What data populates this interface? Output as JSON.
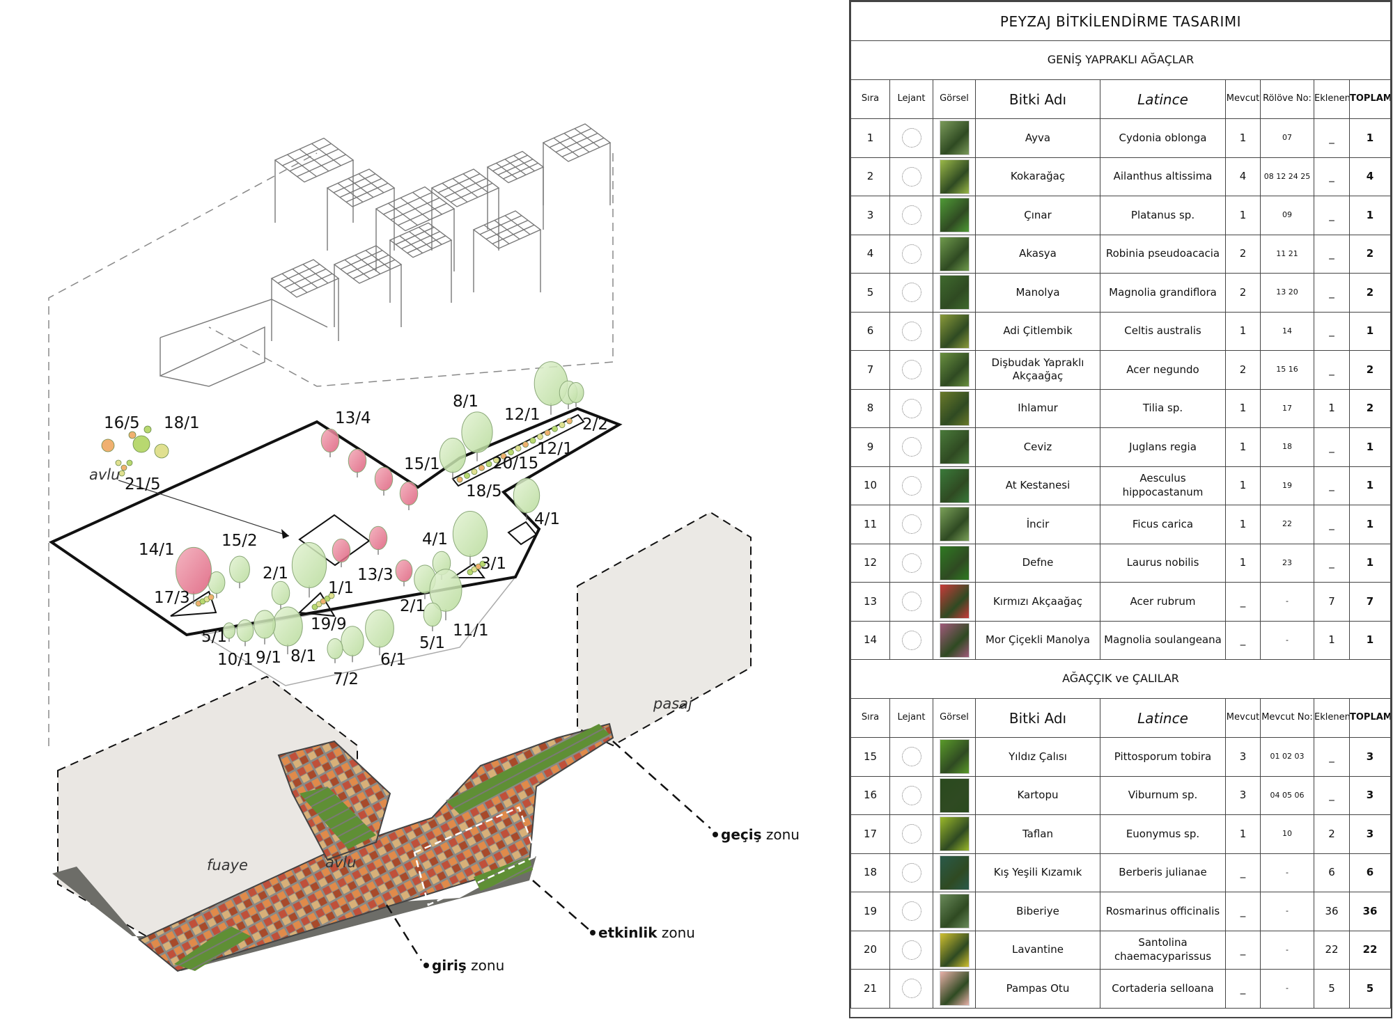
{
  "diagram": {
    "plant_labels": [
      "16/5",
      "18/1",
      "21/5",
      "13/4",
      "8/1",
      "12/1",
      "2/2",
      "15/1",
      "20/15",
      "12/1",
      "18/5",
      "4/1",
      "14/1",
      "15/2",
      "4/1",
      "2/1",
      "3/1",
      "13/3",
      "1/1",
      "17/3",
      "2/1",
      "19/9",
      "11/1",
      "5/1",
      "5/1",
      "10/1",
      "9/1",
      "8/1",
      "6/1",
      "7/2"
    ],
    "area_labels": {
      "avlu_top": "avlu",
      "fuaye": "fuaye",
      "avlu": "avlu",
      "pasaj": "pasaj"
    },
    "zones": [
      {
        "bold": "geçiş",
        "rest": " zonu"
      },
      {
        "bold": "etkinlik",
        "rest": " zonu"
      },
      {
        "bold": "giriş",
        "rest": " zonu"
      }
    ],
    "colors": {
      "tree_green": "#c8e6b0",
      "tree_pink": "#e8788f",
      "paving_grey": "#8a8a86",
      "grass": "#5f8f35",
      "tile_orange": "#e08a4a",
      "tile_red": "#c0503a"
    }
  },
  "table": {
    "title": "PEYZAJ BİTKİLENDİRME TASARIMI",
    "sections": [
      {
        "name": "GENİŞ YAPRAKLI AĞAÇLAR",
        "headers": [
          "Sıra",
          "Lejant",
          "Görsel",
          "Bitki Adı",
          "Latince",
          "Mevcut",
          "Rölöve No:",
          "Eklenen",
          "TOPLAM"
        ],
        "rows": [
          {
            "no": "1",
            "name": "Ayva",
            "latin": "Cydonia oblonga",
            "mevcut": "1",
            "ref": "07",
            "eklenen": "_",
            "toplam": "1",
            "photo": "#7a9a5a"
          },
          {
            "no": "2",
            "name": "Kokarağaç",
            "latin": "Ailanthus altissima",
            "mevcut": "4",
            "ref": "08 12 24 25",
            "eklenen": "_",
            "toplam": "4",
            "photo": "#9ab848"
          },
          {
            "no": "3",
            "name": "Çınar",
            "latin": "Platanus sp.",
            "mevcut": "1",
            "ref": "09",
            "eklenen": "_",
            "toplam": "1",
            "photo": "#4f9a36"
          },
          {
            "no": "4",
            "name": "Akasya",
            "latin": "Robinia pseudoacacia",
            "mevcut": "2",
            "ref": "11 21",
            "eklenen": "_",
            "toplam": "2",
            "photo": "#6f9a4c"
          },
          {
            "no": "5",
            "name": "Manolya",
            "latin": "Magnolia grandiflora",
            "mevcut": "2",
            "ref": "13 20",
            "eklenen": "_",
            "toplam": "2",
            "photo": "#3f6a2e"
          },
          {
            "no": "6",
            "name": "Adi Çitlembik",
            "latin": "Celtis australis",
            "mevcut": "1",
            "ref": "14",
            "eklenen": "_",
            "toplam": "1",
            "photo": "#8a9a3a"
          },
          {
            "no": "7",
            "name": "Dişbudak Yapraklı Akçaağaç",
            "latin": "Acer negundo",
            "mevcut": "2",
            "ref": "15 16",
            "eklenen": "_",
            "toplam": "2",
            "photo": "#6a9040"
          },
          {
            "no": "8",
            "name": "Ihlamur",
            "latin": "Tilia sp.",
            "mevcut": "1",
            "ref": "17",
            "eklenen": "1",
            "toplam": "2",
            "photo": "#6a7a2a"
          },
          {
            "no": "9",
            "name": "Ceviz",
            "latin": "Juglans regia",
            "mevcut": "1",
            "ref": "18",
            "eklenen": "_",
            "toplam": "1",
            "photo": "#4a7a3a"
          },
          {
            "no": "10",
            "name": "At Kestanesi",
            "latin": "Aesculus hippocastanum",
            "mevcut": "1",
            "ref": "19",
            "eklenen": "_",
            "toplam": "1",
            "photo": "#3a7a3a"
          },
          {
            "no": "11",
            "name": "İncir",
            "latin": "Ficus carica",
            "mevcut": "1",
            "ref": "22",
            "eklenen": "_",
            "toplam": "1",
            "photo": "#7aa058"
          },
          {
            "no": "12",
            "name": "Defne",
            "latin": "Laurus nobilis",
            "mevcut": "1",
            "ref": "23",
            "eklenen": "_",
            "toplam": "1",
            "photo": "#2f7a22"
          },
          {
            "no": "13",
            "name": "Kırmızı Akçaağaç",
            "latin": "Acer rubrum",
            "mevcut": "_",
            "ref": "-",
            "eklenen": "7",
            "toplam": "7",
            "photo": "#c83a3a"
          },
          {
            "no": "14",
            "name": "Mor Çiçekli Manolya",
            "latin": "Magnolia soulangeana",
            "mevcut": "_",
            "ref": "-",
            "eklenen": "1",
            "toplam": "1",
            "photo": "#a05a7a"
          }
        ]
      },
      {
        "name": "AĞAÇÇIK ve ÇALILAR",
        "headers": [
          "Sıra",
          "Lejant",
          "Görsel",
          "Bitki Adı",
          "Latince",
          "Mevcut",
          "Mevcut No:",
          "Eklenen",
          "TOPLAM"
        ],
        "rows": [
          {
            "no": "15",
            "name": "Yıldız Çalısı",
            "latin": "Pittosporum tobira",
            "mevcut": "3",
            "ref": "01 02 03",
            "eklenen": "_",
            "toplam": "3",
            "photo": "#5a9a2a"
          },
          {
            "no": "16",
            "name": "Kartopu",
            "latin": "Viburnum sp.",
            "mevcut": "3",
            "ref": "04 05 06",
            "eklenen": "_",
            "toplam": "3",
            "photo": "#2a4a1e"
          },
          {
            "no": "17",
            "name": "Taflan",
            "latin": "Euonymus sp.",
            "mevcut": "1",
            "ref": "10",
            "eklenen": "2",
            "toplam": "3",
            "photo": "#9ab82a"
          },
          {
            "no": "18",
            "name": "Kış Yeşili Kızamık",
            "latin": "Berberis julianae",
            "mevcut": "_",
            "ref": "-",
            "eklenen": "6",
            "toplam": "6",
            "photo": "#2a5a4a"
          },
          {
            "no": "19",
            "name": "Biberiye",
            "latin": "Rosmarinus officinalis",
            "mevcut": "_",
            "ref": "-",
            "eklenen": "36",
            "toplam": "36",
            "photo": "#6a8a5a"
          },
          {
            "no": "20",
            "name": "Lavantine",
            "latin": "Santolina chaemacyparissus",
            "mevcut": "_",
            "ref": "-",
            "eklenen": "22",
            "toplam": "22",
            "photo": "#d0c030"
          },
          {
            "no": "21",
            "name": "Pampas Otu",
            "latin": "Cortaderia selloana",
            "mevcut": "_",
            "ref": "-",
            "eklenen": "5",
            "toplam": "5",
            "photo": "#e8b0a8"
          }
        ]
      }
    ]
  }
}
